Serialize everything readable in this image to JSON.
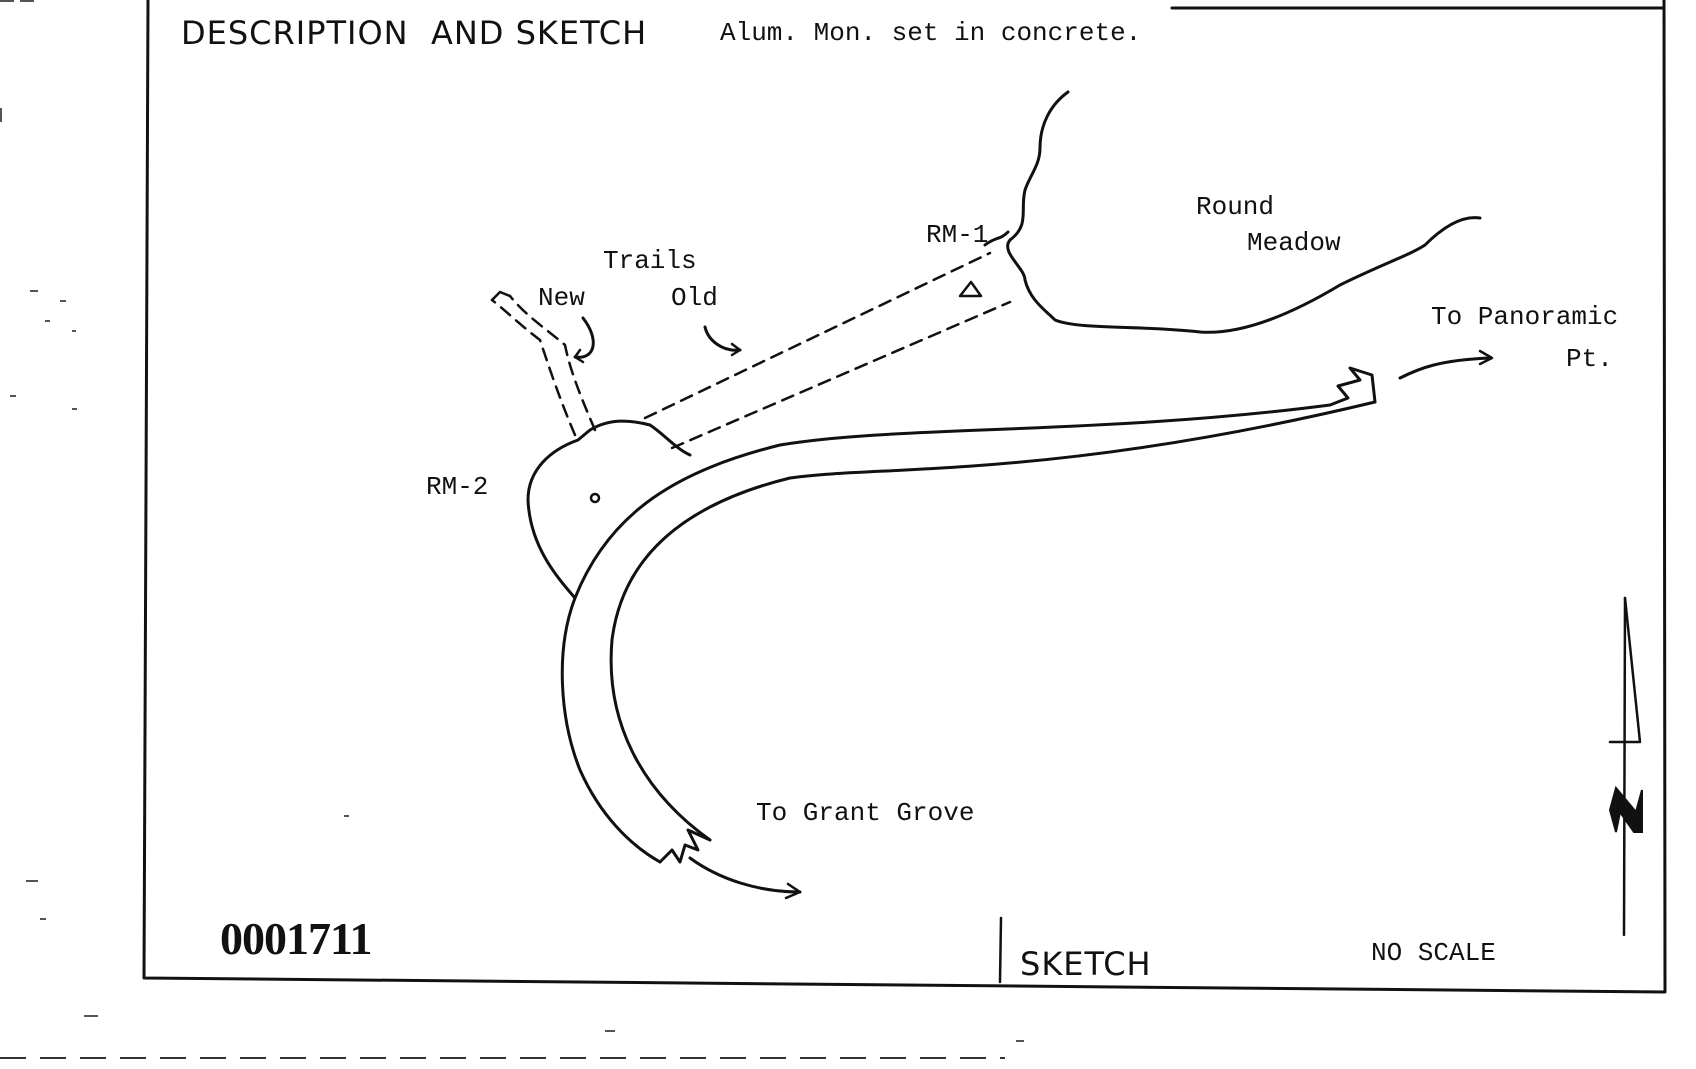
{
  "header": {
    "title": "DESCRIPTION  AND SKETCH",
    "description": "Alum. Mon. set in concrete."
  },
  "sketch": {
    "labels": {
      "round": "Round",
      "meadow": "Meadow",
      "rm1": "RM-1",
      "rm2": "RM-2",
      "trails": "Trails",
      "new": "New",
      "old": "Old",
      "to_panoramic": "To Panoramic",
      "pt": "Pt.",
      "to_grant_grove": "To Grant Grove"
    },
    "north_letter": "N"
  },
  "footer": {
    "doc_number": "0001711",
    "sketch_label": "SKETCH",
    "scale_note": "NO SCALE"
  }
}
